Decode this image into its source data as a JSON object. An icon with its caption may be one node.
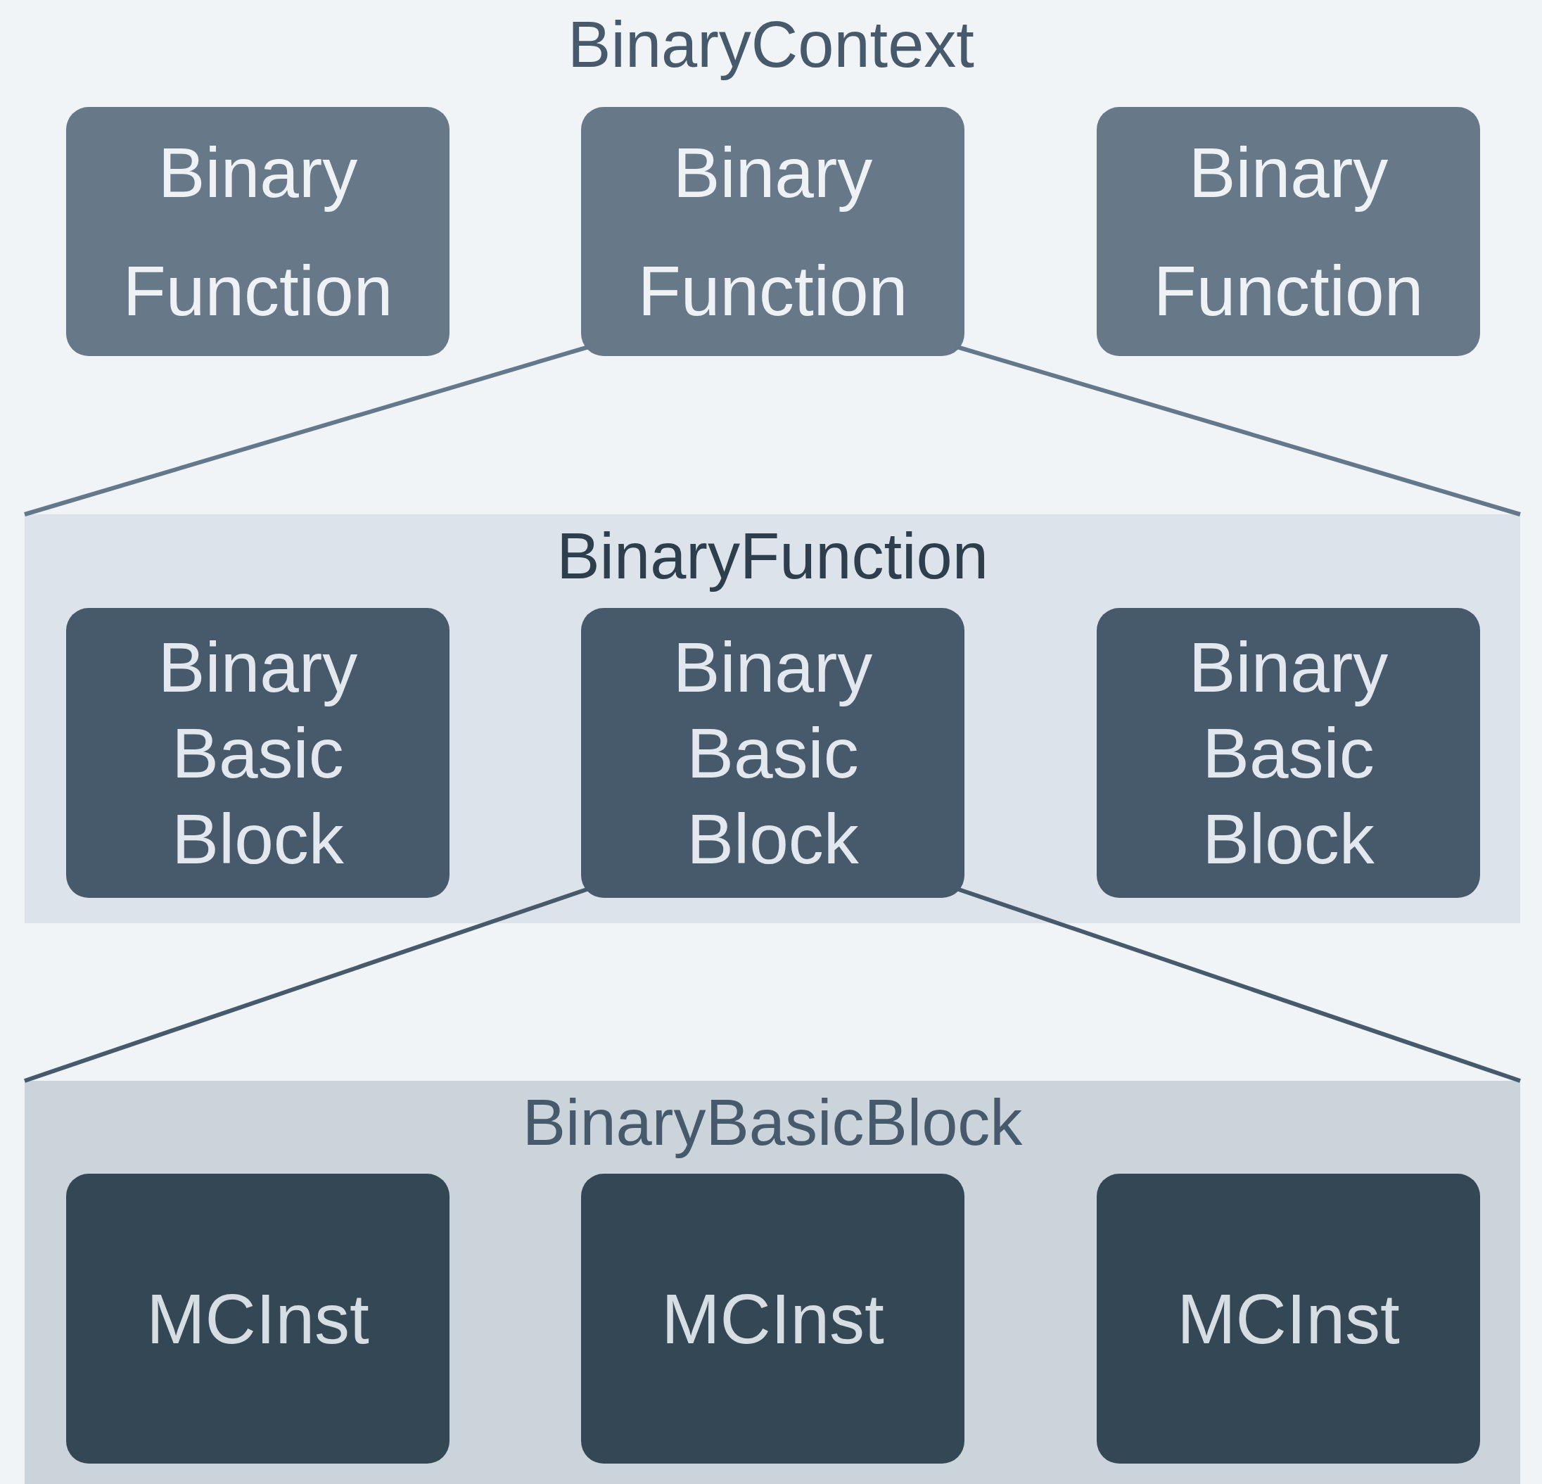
{
  "diagram": {
    "title": "BinaryContext",
    "nodes": [
      {
        "text": [
          "Binary Function"
        ]
      },
      {
        "text": [
          "Binary Function"
        ]
      },
      {
        "text": [
          "Binary Function"
        ]
      },
      {
        "text": [
          "BinaryFunction"
        ]
      },
      {
        "text": [
          "Binary Basic Block"
        ],
        "in": 3
      },
      {
        "text": [
          "Binary Basic Block"
        ],
        "in": 3
      },
      {
        "text": [
          "Binary Basic Block"
        ],
        "in": 3
      },
      {
        "text": [
          "BinaryBasicBlock"
        ]
      },
      {
        "text": [
          "MCInst"
        ],
        "in": 7
      },
      {
        "text": [
          "MCInst"
        ],
        "in": 7
      },
      {
        "text": [
          "MCInst"
        ],
        "in": 7
      }
    ],
    "edges": [
      {
        "from": 1,
        "to": 3,
        "arrow": "none"
      },
      {
        "from": 1,
        "to": 3,
        "arrow": "none"
      },
      {
        "from": 5,
        "to": 7,
        "arrow": "none",
        "color": "#475a6b"
      },
      {
        "from": 5,
        "to": 7,
        "arrow": "none",
        "color": "#475a6b"
      }
    ]
  }
}
